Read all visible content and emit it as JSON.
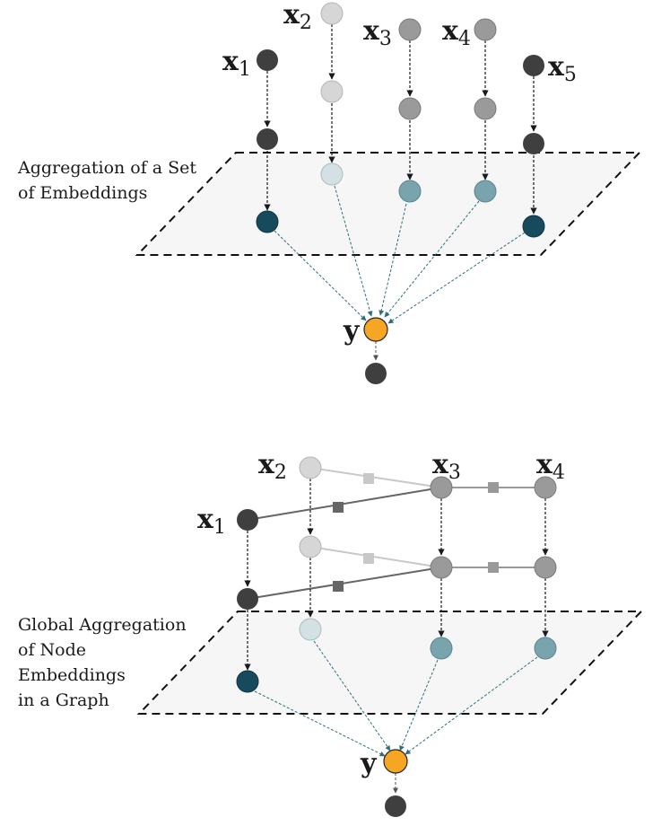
{
  "top_panel": {
    "caption_lines": [
      "Aggregation of a Set",
      "of Embeddings"
    ],
    "inputs": [
      {
        "var": "x",
        "sub": "1"
      },
      {
        "var": "x",
        "sub": "2"
      },
      {
        "var": "x",
        "sub": "3"
      },
      {
        "var": "x",
        "sub": "4"
      },
      {
        "var": "x",
        "sub": "5"
      }
    ],
    "output": {
      "var": "y"
    }
  },
  "bottom_panel": {
    "caption_lines": [
      "Global Aggregation",
      "of Node",
      "Embeddings",
      "in a Graph"
    ],
    "inputs": [
      {
        "var": "x",
        "sub": "1"
      },
      {
        "var": "x",
        "sub": "2"
      },
      {
        "var": "x",
        "sub": "3"
      },
      {
        "var": "x",
        "sub": "4"
      }
    ],
    "output": {
      "var": "y"
    }
  },
  "colors": {
    "dark_node": "#3f3f3f",
    "light_node": "#d6d6d6",
    "mid_node": "#9a9a9a",
    "embed_dark": "#164a5c",
    "embed_light": "#d3e1e4",
    "embed_mid": "#79a3ad",
    "output_node": "#f5a623",
    "plane_fill": "#f6f6f6",
    "arrow_dark": "#1a1a1a",
    "arrow_teal": "#3f7f88",
    "edge_dark": "#666666",
    "edge_light": "#c8c8c8",
    "edge_mid": "#999999"
  }
}
